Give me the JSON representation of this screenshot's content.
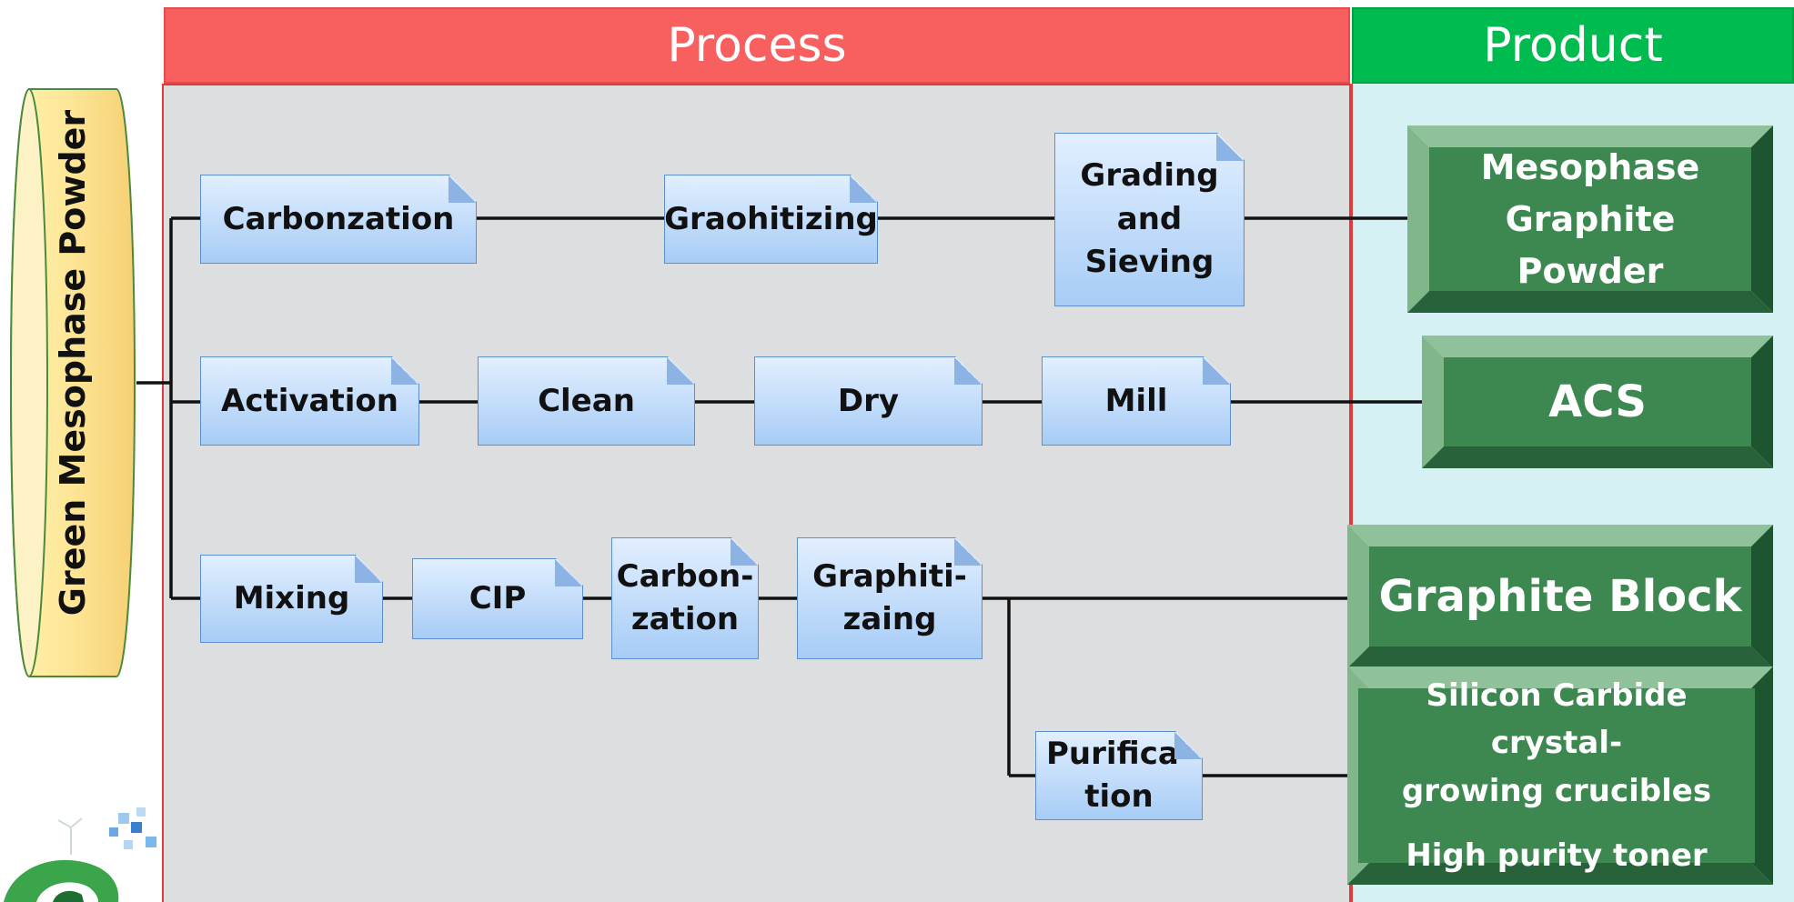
{
  "headers": {
    "process": "Process",
    "product": "Product"
  },
  "input": {
    "label": "Green Mesophase Powder"
  },
  "process": {
    "row1": {
      "carbonization": "Carbonzation",
      "graphitizing": "Graohitizing",
      "grading": [
        "Grading",
        "and",
        "Sieving"
      ]
    },
    "row2": {
      "activation": "Activation",
      "clean": "Clean",
      "dry": "Dry",
      "mill": "Mill"
    },
    "row3": {
      "mixing": "Mixing",
      "cip": "CIP",
      "carbonization": [
        "Carbon-",
        "zation"
      ],
      "graphitizing": [
        "Graphiti-",
        "zaing"
      ],
      "purification": [
        "Purifica-",
        "tion"
      ]
    }
  },
  "products": {
    "mesophase_graphite": [
      "Mesophase",
      "Graphite Powder"
    ],
    "acs": "ACS",
    "graphite_block": "Graphite Block",
    "sic_crucibles": [
      "Silicon Carbide crystal-",
      "growing crucibles"
    ],
    "toner": "High purity toner"
  },
  "colors": {
    "process_header": "#f86060",
    "product_header": "#00bb4f",
    "process_panel": "#dcdee0",
    "product_panel": "#d6f1f3",
    "box_fill": "#a7ccf6",
    "product_box": "#3d8751"
  }
}
